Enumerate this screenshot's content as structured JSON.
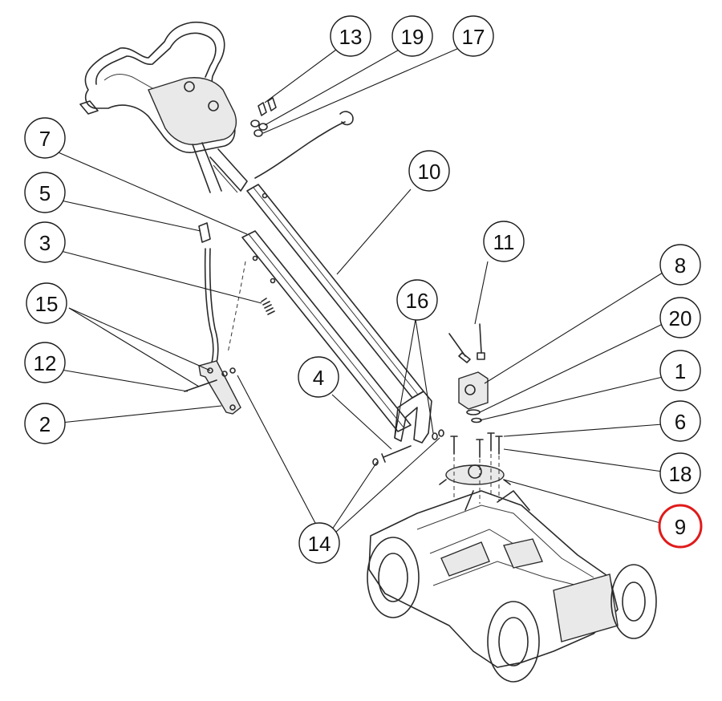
{
  "callouts": [
    {
      "id": "13",
      "label": "13",
      "highlight": false
    },
    {
      "id": "19",
      "label": "19",
      "highlight": false
    },
    {
      "id": "17",
      "label": "17",
      "highlight": false
    },
    {
      "id": "7",
      "label": "7",
      "highlight": false
    },
    {
      "id": "10",
      "label": "10",
      "highlight": false
    },
    {
      "id": "5",
      "label": "5",
      "highlight": false
    },
    {
      "id": "3",
      "label": "3",
      "highlight": false
    },
    {
      "id": "11",
      "label": "11",
      "highlight": false
    },
    {
      "id": "8",
      "label": "8",
      "highlight": false
    },
    {
      "id": "15",
      "label": "15",
      "highlight": false
    },
    {
      "id": "16",
      "label": "16",
      "highlight": false
    },
    {
      "id": "20",
      "label": "20",
      "highlight": false
    },
    {
      "id": "12",
      "label": "12",
      "highlight": false
    },
    {
      "id": "4",
      "label": "4",
      "highlight": false
    },
    {
      "id": "1",
      "label": "1",
      "highlight": false
    },
    {
      "id": "2",
      "label": "2",
      "highlight": false
    },
    {
      "id": "6",
      "label": "6",
      "highlight": false
    },
    {
      "id": "18",
      "label": "18",
      "highlight": false
    },
    {
      "id": "9",
      "label": "9",
      "highlight": true
    },
    {
      "id": "14",
      "label": "14",
      "highlight": false
    }
  ],
  "colors": {
    "highlight": "#e01b1b",
    "line": "#1a1a1a",
    "background": "#ffffff"
  }
}
